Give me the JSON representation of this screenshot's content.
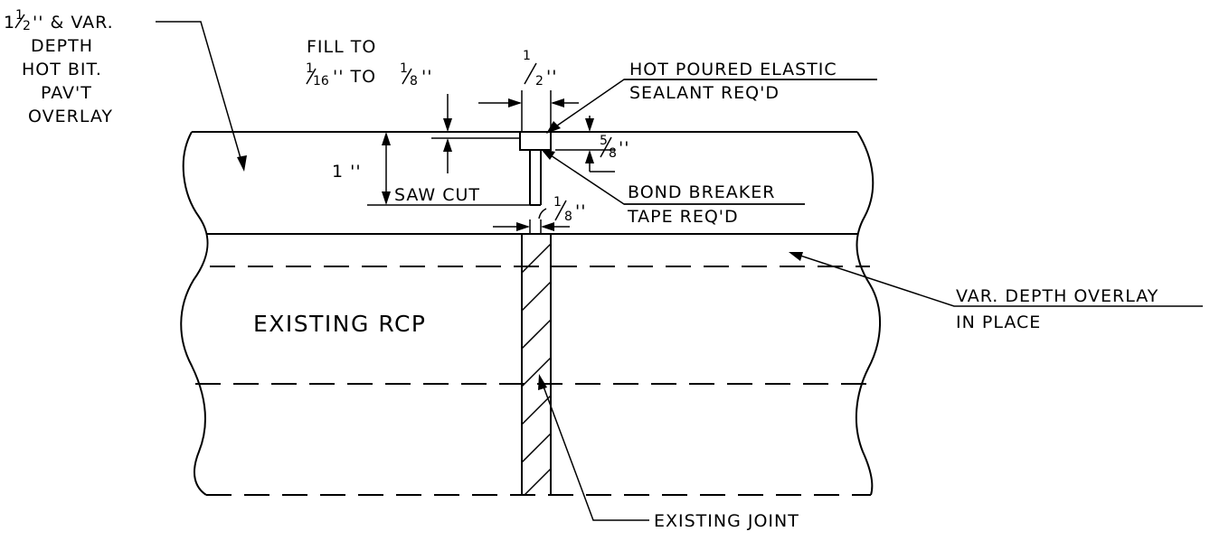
{
  "labels": {
    "overlay": {
      "line1_tail": "'' & VAR.",
      "line1_whole": "1",
      "line1_num": "1",
      "line1_den": "2",
      "line2": "DEPTH",
      "line3": "HOT BIT.",
      "line4": "PAV'T",
      "line5": "OVERLAY"
    },
    "fill": {
      "line1": "FILL TO",
      "a_num": "1",
      "a_den": "16",
      "a_tail": "''  TO",
      "b_num": "1",
      "b_den": "8",
      "b_tail": "''"
    },
    "half_inch": {
      "num": "1",
      "den": "2",
      "tail": "''"
    },
    "sealant": {
      "line1": "HOT POURED ELASTIC",
      "line2": "SEALANT REQ'D"
    },
    "five_eighths": {
      "num": "5",
      "den": "8",
      "tail": "''"
    },
    "one_inch": "1 ''",
    "saw_cut": "SAW  CUT",
    "bond_breaker": {
      "line1": "BOND BREAKER",
      "line2": "TAPE REQ'D"
    },
    "one_eighth": {
      "num": "1",
      "den": "8",
      "tail": "''"
    },
    "existing_rcp": "EXISTING  RCP",
    "var_depth": {
      "line1": "VAR. DEPTH OVERLAY",
      "line2": "IN PLACE"
    },
    "existing_joint": "EXISTING JOINT"
  }
}
